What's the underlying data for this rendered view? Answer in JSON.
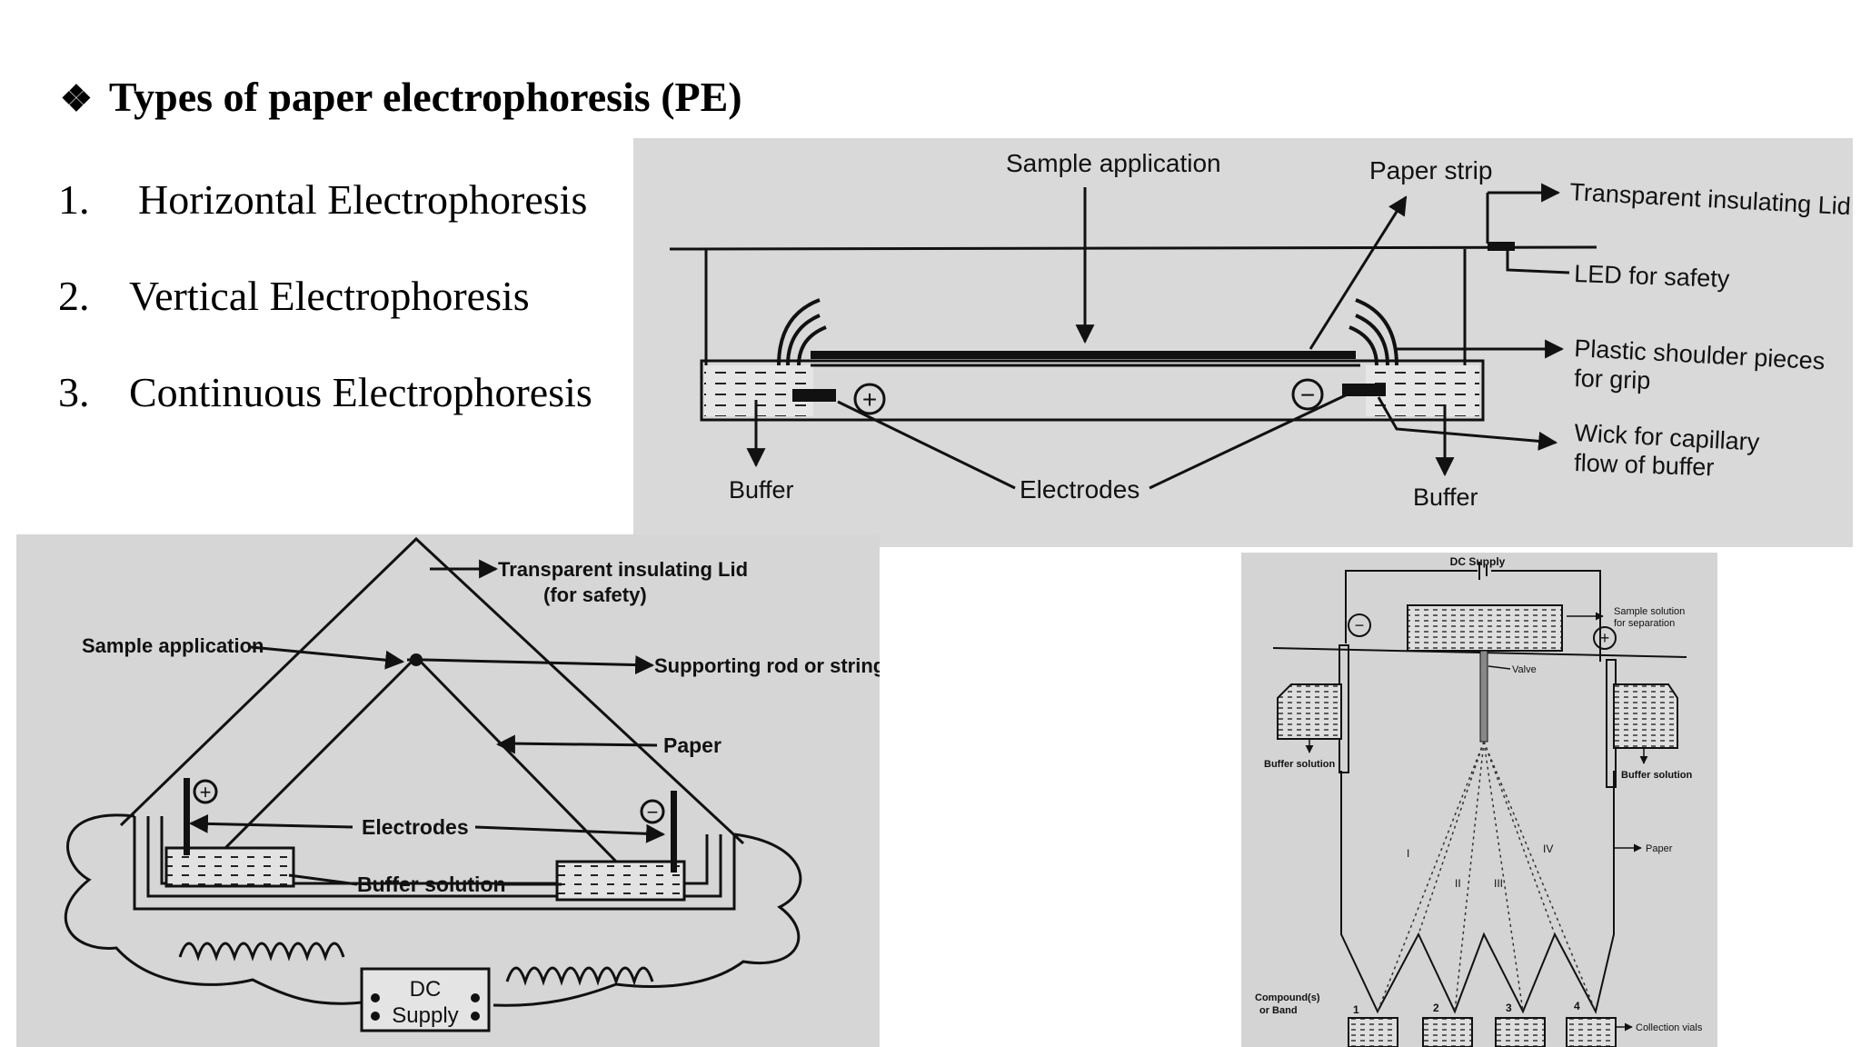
{
  "slide": {
    "bullet_glyph": "❖",
    "title": "Types of paper electrophoresis (PE)",
    "items": [
      {
        "num": "1.",
        "label": "Horizontal Electrophoresis"
      },
      {
        "num": "2.",
        "label": "Vertical Electrophoresis"
      },
      {
        "num": "3.",
        "label": "Continuous Electrophoresis"
      }
    ]
  },
  "horizontal_diagram": {
    "sample_application": "Sample application",
    "paper_strip": "Paper strip",
    "lid": "Transparent insulating Lid",
    "led": "LED for safety",
    "shoulder_1": "Plastic shoulder pieces",
    "shoulder_2": "for grip",
    "wick_1": "Wick for capillary",
    "wick_2": "flow of buffer",
    "buffer_left": "Buffer",
    "buffer_right": "Buffer",
    "electrodes": "Electrodes",
    "plus": "+",
    "minus": "−"
  },
  "vertical_diagram": {
    "lid_1": "Transparent insulating Lid",
    "lid_2": "(for safety)",
    "sample_application": "Sample application",
    "rod": "Supporting rod or string",
    "paper": "Paper",
    "electrodes": "Electrodes",
    "buffer_solution": "Buffer solution",
    "dc": "DC",
    "supply": "Supply",
    "plus": "+",
    "minus": "−"
  },
  "continuous_diagram": {
    "dc_supply": "DC Supply",
    "sample_1": "Sample solution",
    "sample_2": "for separation",
    "valve": "Valve",
    "buffer_left": "Buffer solution",
    "buffer_right": "Buffer solution",
    "paper": "Paper",
    "zone_i": "I",
    "zone_ii": "II",
    "zone_iii": "III",
    "zone_iv": "IV",
    "compound_1": "Compound(s)",
    "compound_2": "or Band",
    "vial_1": "1",
    "vial_2": "2",
    "vial_3": "3",
    "vial_4": "4",
    "collection": "Collection vials",
    "plus": "+",
    "minus": "−"
  }
}
